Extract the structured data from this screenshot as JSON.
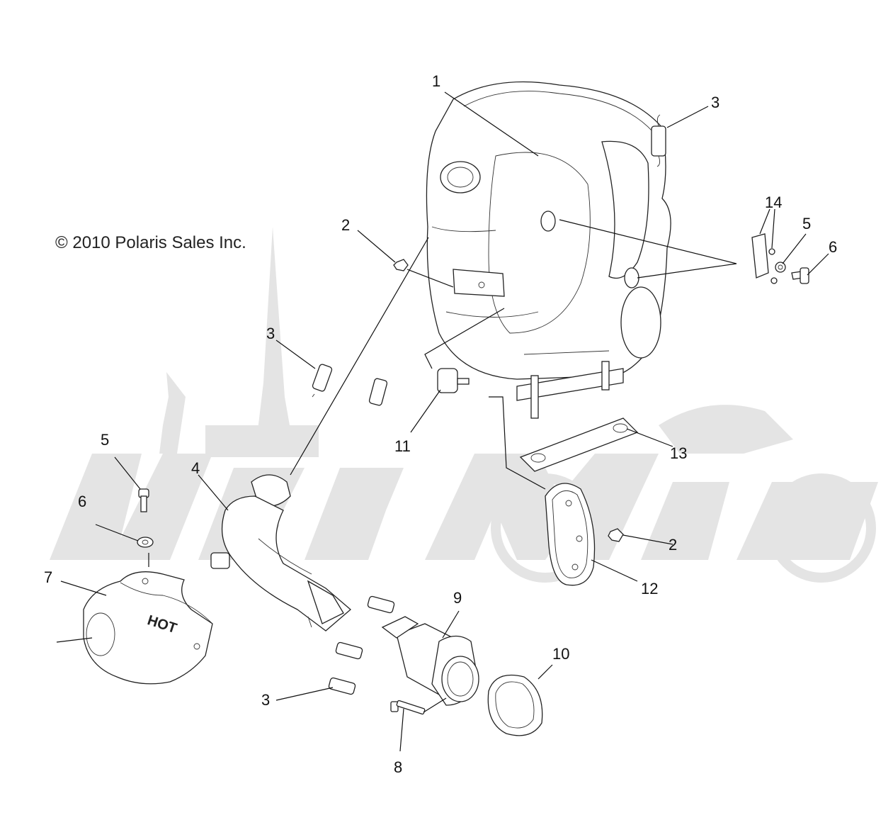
{
  "copyright": "© 2010 Polaris Sales Inc.",
  "hot_label": "HOT",
  "callouts": [
    "1",
    "2",
    "3",
    "14",
    "5",
    "6",
    "3",
    "11",
    "13",
    "5",
    "4",
    "6",
    "2",
    "7",
    "12",
    "9",
    "10",
    "3",
    "8"
  ],
  "colors": {
    "line": "#111111",
    "watermark": "#e4e4e4"
  }
}
